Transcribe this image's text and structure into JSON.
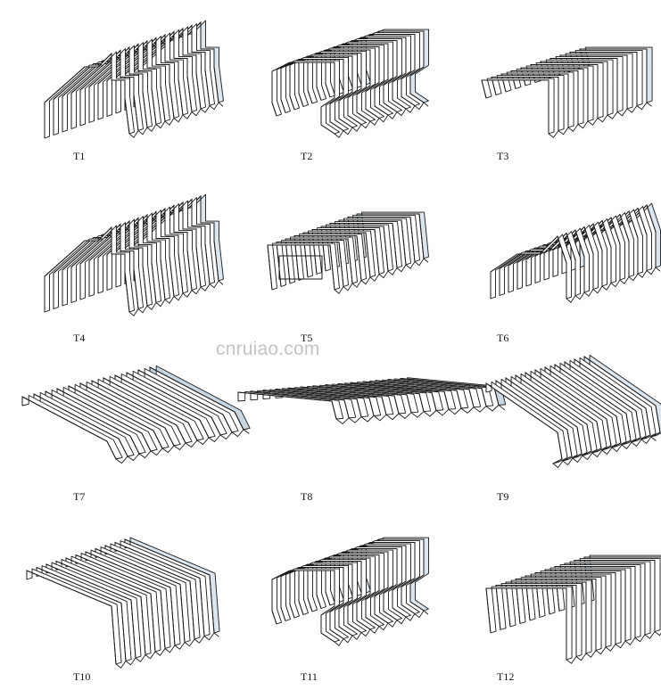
{
  "watermark": "cnruiao.com",
  "colors": {
    "stroke": "#1a1a1a",
    "fold_light": "#ffffff",
    "fold_shade": "#dbe6ee",
    "fold_shade_dark": "#c9d7e2"
  },
  "items": [
    {
      "label": "T1",
      "style": "arch-legs"
    },
    {
      "label": "T2",
      "style": "box-hook"
    },
    {
      "label": "T3",
      "style": "flat-legs"
    },
    {
      "label": "T4",
      "style": "arch-legs-tall"
    },
    {
      "label": "T5",
      "style": "box-frame"
    },
    {
      "label": "T6",
      "style": "arch-step"
    },
    {
      "label": "T7",
      "style": "flat-plate"
    },
    {
      "label": "T8",
      "style": "flat-wide"
    },
    {
      "label": "T9",
      "style": "flat-hook-right"
    },
    {
      "label": "T10",
      "style": "flat-one-leg"
    },
    {
      "label": "T11",
      "style": "box-hook"
    },
    {
      "label": "T12",
      "style": "flat-legs-wide"
    }
  ]
}
